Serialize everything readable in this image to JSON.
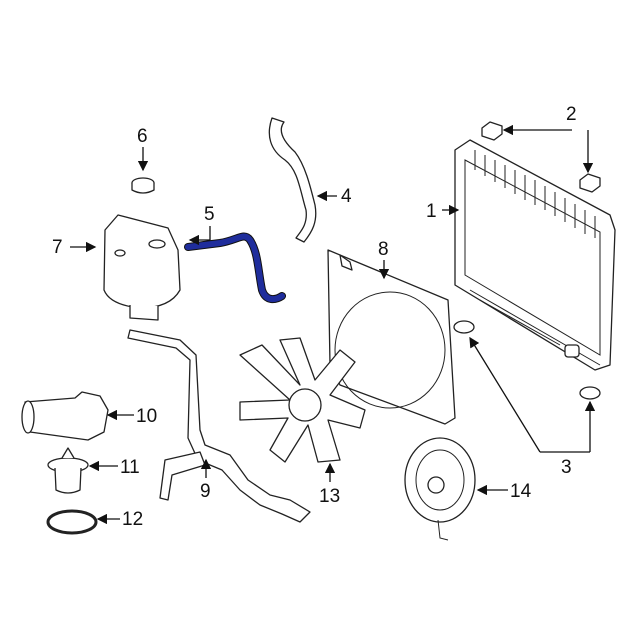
{
  "diagram": {
    "highlight_color": "#1f2d9c",
    "callouts": [
      {
        "id": "1",
        "label": "1"
      },
      {
        "id": "2",
        "label": "2"
      },
      {
        "id": "3",
        "label": "3"
      },
      {
        "id": "4",
        "label": "4"
      },
      {
        "id": "5",
        "label": "5"
      },
      {
        "id": "6",
        "label": "6"
      },
      {
        "id": "7",
        "label": "7"
      },
      {
        "id": "8",
        "label": "8"
      },
      {
        "id": "9",
        "label": "9"
      },
      {
        "id": "10",
        "label": "10"
      },
      {
        "id": "11",
        "label": "11"
      },
      {
        "id": "12",
        "label": "12"
      },
      {
        "id": "13",
        "label": "13"
      },
      {
        "id": "14",
        "label": "14"
      }
    ]
  }
}
